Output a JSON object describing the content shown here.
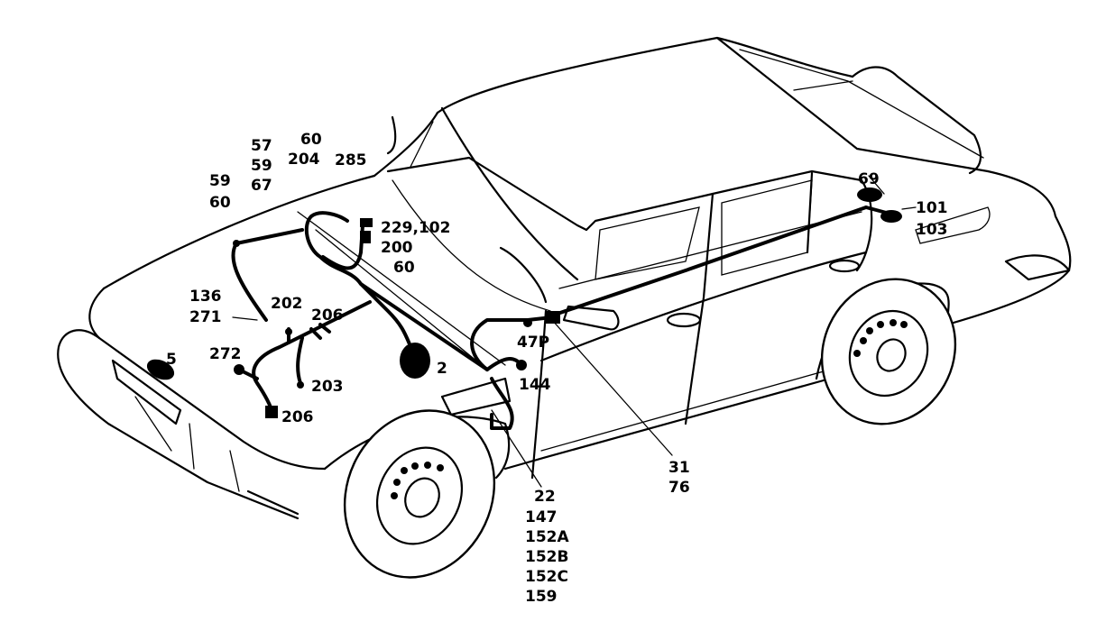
{
  "diagram": {
    "labels": {
      "l5": "5",
      "l2": "2",
      "l57": "57",
      "l59a": "59",
      "l67": "67",
      "l60a": "60",
      "l204": "204",
      "l285": "285",
      "l59b": "59",
      "l60b": "60",
      "l229": "229,102",
      "l200": "200",
      "l60c": "60",
      "l136": "136",
      "l271": "271",
      "l202": "202",
      "l206a": "206",
      "l272": "272",
      "l203": "203",
      "l206b": "206",
      "l47p": "47P",
      "l144": "144",
      "l22": "22",
      "l147": "147",
      "l152a": "152A",
      "l152b": "152B",
      "l152c": "152C",
      "l159": "159",
      "l31": "31",
      "l76": "76",
      "l69": "69",
      "l101": "101",
      "l103": "103"
    }
  }
}
